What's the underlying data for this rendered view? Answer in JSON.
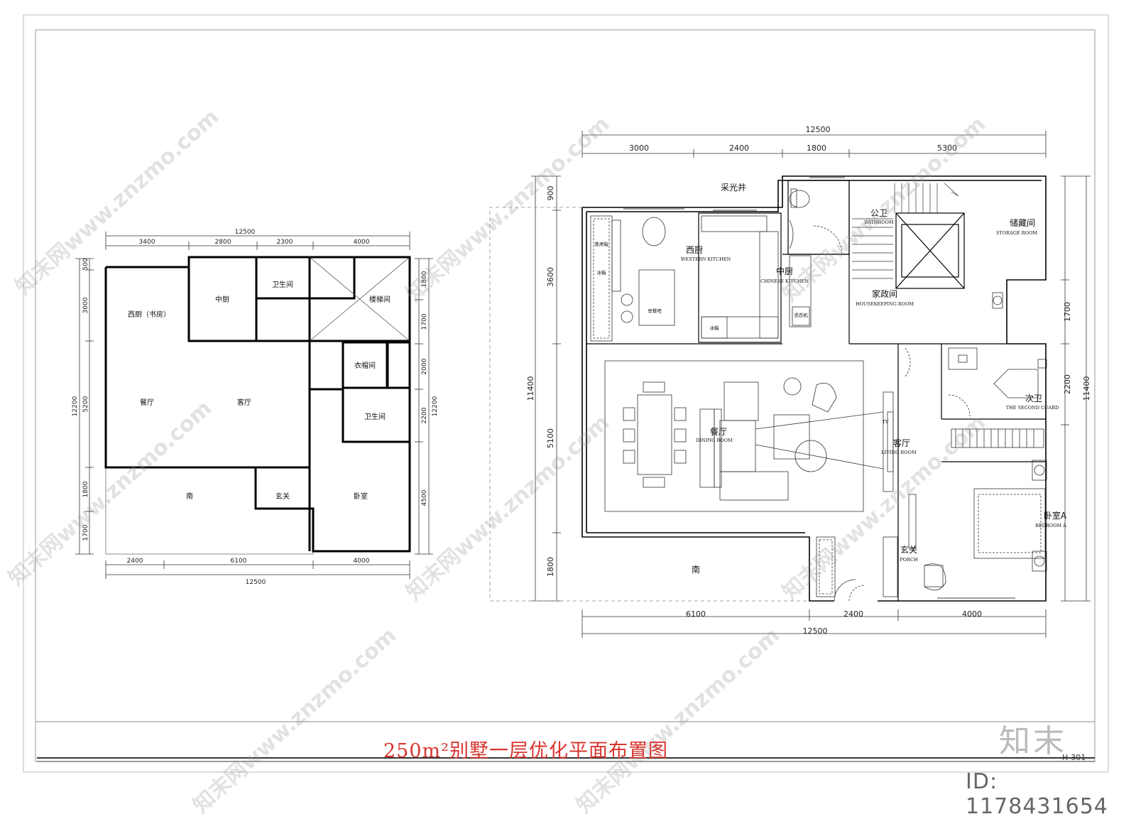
{
  "page_title": "250m²别墅一层优化平面布置图",
  "logo_text": "知末",
  "drawing_code": "H-301",
  "id_text": "ID: 1178431654",
  "watermark_text": "知末网www.znzmo.com",
  "left_plan": {
    "top_dims": {
      "total": "12500",
      "segments": [
        "3400",
        "2800",
        "2300",
        "4000"
      ]
    },
    "bottom_dims": {
      "total": "12500",
      "segments": [
        "2400",
        "6100",
        "4000"
      ]
    },
    "left_dims": {
      "total": "12200",
      "segments": [
        "500",
        "3000",
        "5200",
        "1800",
        "1700"
      ]
    },
    "right_dims": {
      "total": "12200",
      "segments": [
        "1800",
        "1700",
        "2000",
        "2200",
        "4500"
      ]
    },
    "rooms": {
      "western_kitchen_study": "西厨（书房）",
      "chinese_kitchen": "中厨",
      "bathroom": "卫生间",
      "stairwell": "楼梯间",
      "cloakroom": "衣帽间",
      "dining": "餐厅",
      "living": "客厅",
      "bathroom2": "卫生间",
      "south": "南",
      "entrance": "玄关",
      "bedroom": "卧室"
    }
  },
  "right_plan": {
    "top_dims": {
      "total": "12500",
      "segments": [
        "3000",
        "2400",
        "1800",
        "5300"
      ]
    },
    "bottom_dims": {
      "total": "12500",
      "segments": [
        "6100",
        "2400",
        "4000"
      ]
    },
    "left_dims": {
      "total": "11400",
      "segments": [
        "900",
        "3600",
        "5100",
        "1800"
      ]
    },
    "right_dims": {
      "total": "11400",
      "segments": [
        "1700",
        "2200"
      ]
    },
    "rooms": {
      "lightwell": "采光井",
      "western_kitchen": "西厨",
      "western_kitchen_en": "WESTERN KITCHEN",
      "chinese_kitchen": "中厨",
      "chinese_kitchen_en": "CHINESE KITCHEN",
      "public_bath": "公卫",
      "public_bath_en": "BATHROOM",
      "storage": "储藏间",
      "storage_en": "STORAGE ROOM",
      "housekeeping": "家政间",
      "housekeeping_en": "HOUSEKEEPING ROOM",
      "second_bath": "次卫",
      "second_bath_en": "THE SECOND GUARD",
      "dining": "餐厅",
      "dining_en": "DINING ROOM",
      "living": "客厅",
      "living_en": "LIVING ROOM",
      "bedroom": "卧室A",
      "bedroom_en": "BEDROOM A",
      "porch": "玄关",
      "porch_en": "PORCH",
      "south": "南",
      "breakfast_bar": "早餐吧",
      "steamer_oven": "蒸烤箱",
      "fridge1": "冰箱",
      "fridge2": "冰箱",
      "washer": "洗衣机",
      "tv": "TV"
    }
  }
}
